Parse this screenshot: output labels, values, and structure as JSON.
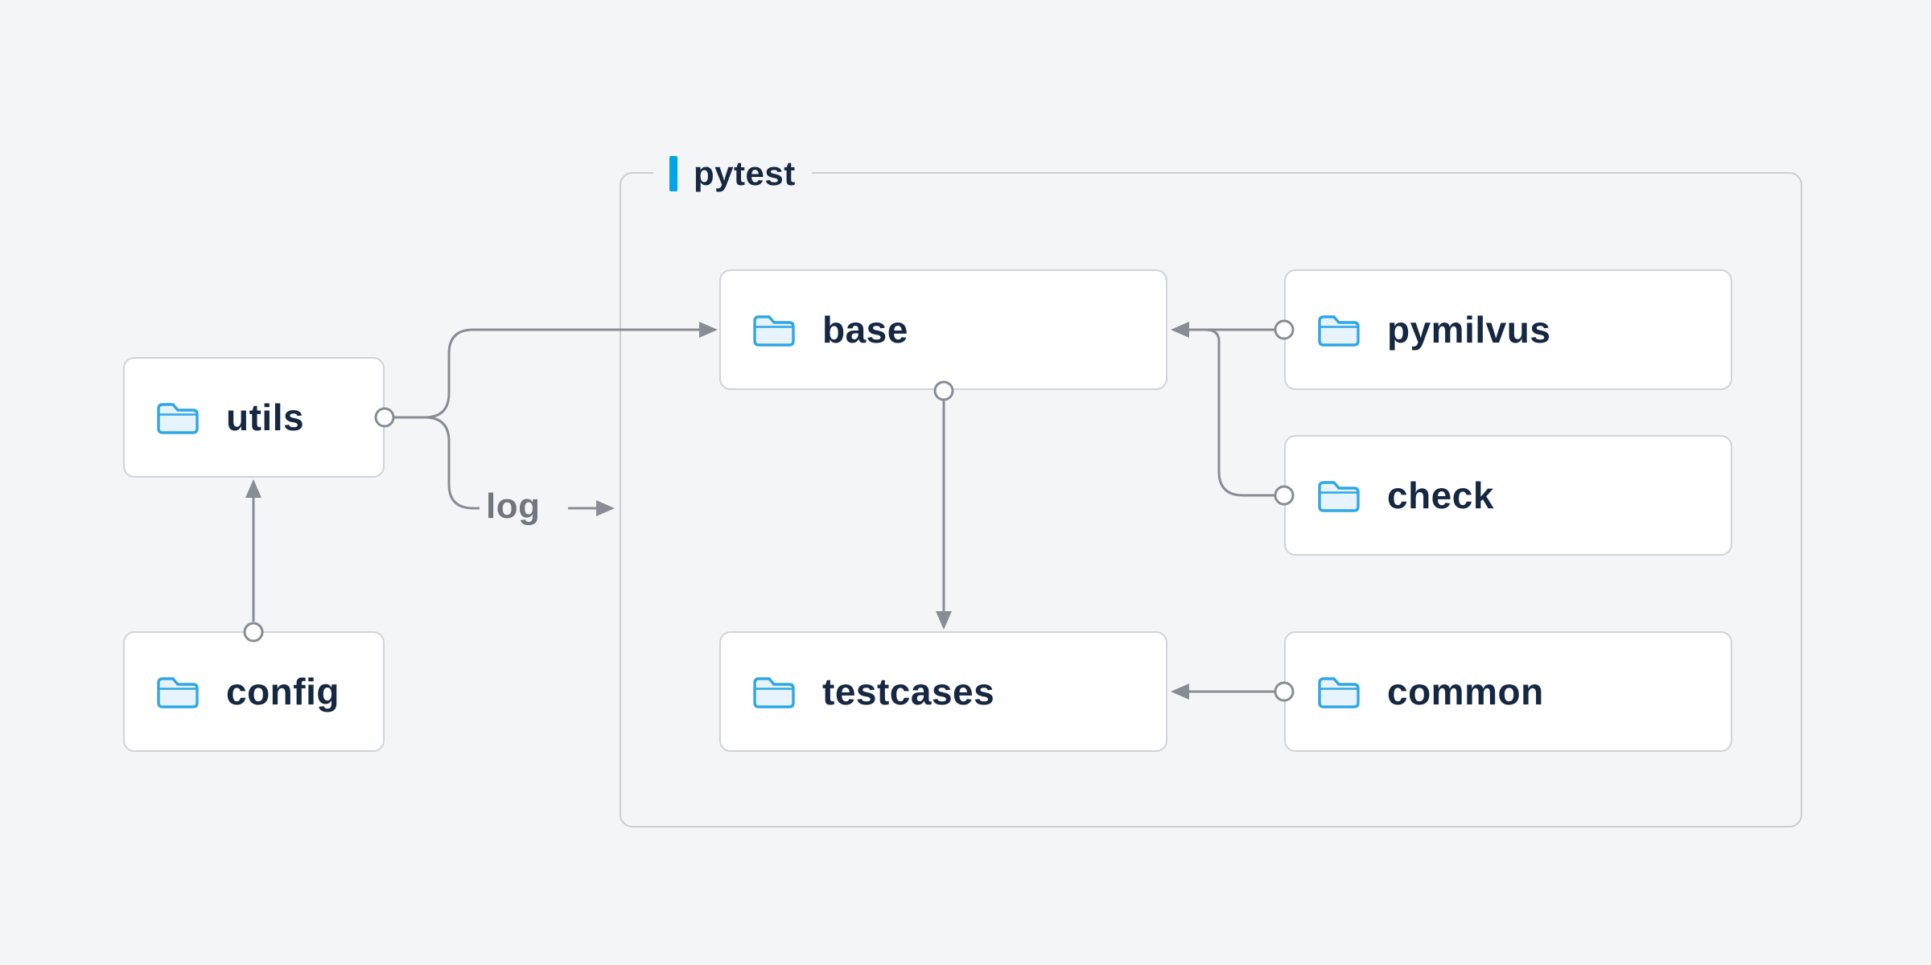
{
  "diagram": {
    "container": {
      "label": "pytest"
    },
    "nodes": [
      {
        "id": "utils",
        "label": "utils"
      },
      {
        "id": "config",
        "label": "config"
      },
      {
        "id": "base",
        "label": "base"
      },
      {
        "id": "pymilvus",
        "label": "pymilvus"
      },
      {
        "id": "check",
        "label": "check"
      },
      {
        "id": "testcases",
        "label": "testcases"
      },
      {
        "id": "common",
        "label": "common"
      }
    ],
    "edges": [
      {
        "from": "config",
        "to": "utils"
      },
      {
        "from": "utils",
        "to": "base"
      },
      {
        "from": "utils",
        "to": "pytest",
        "label": "log"
      },
      {
        "from": "pymilvus",
        "to": "base"
      },
      {
        "from": "check",
        "to": "base"
      },
      {
        "from": "base",
        "to": "testcases"
      },
      {
        "from": "common",
        "to": "testcases"
      }
    ],
    "edge_label": {
      "log": "log"
    },
    "icons": {
      "node_icon": "folder-icon"
    },
    "colors": {
      "background": "#f4f5f6",
      "node_background": "#ffffff",
      "node_border": "#d0d3d8",
      "container_border": "#cbced3",
      "text": "#162742",
      "line": "#888d95",
      "accent_blue": "#00a6e8",
      "folder_fill": "#e7f4fd",
      "folder_stroke": "#2fa6e5",
      "log_text": "#71767e"
    }
  }
}
